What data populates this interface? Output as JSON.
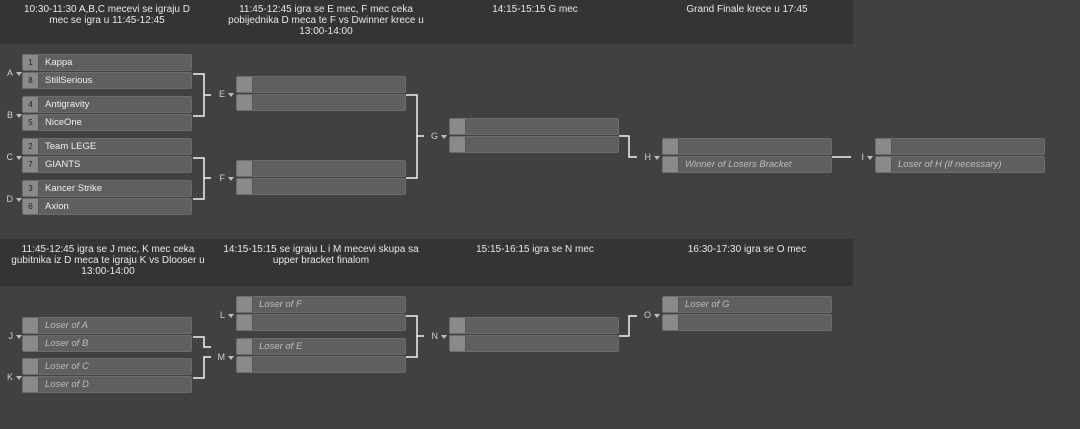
{
  "upper_headers": [
    "10:30-11:30 A,B,C mecevi se igraju D mec se igra u 11:45-12:45",
    "11:45-12:45 igra se E mec, F mec ceka pobijednika D meca te F vs Dwinner krece u 13:00-14:00",
    "14:15-15:15 G mec",
    "Grand Finale krece u 17:45"
  ],
  "lower_headers": [
    "11:45-12:45 igra se J mec, K mec ceka gubitnika iz D meca te igraju K vs Dlooser u 13:00-14:00",
    "14:15-15:15 se igraju L i M mecevi skupa sa upper bracket finalom",
    "15:15-16:15 igra se N mec",
    "16:30-17:30 igra se O mec"
  ],
  "matches": {
    "A": {
      "label": "A",
      "slots": [
        {
          "seed": "1",
          "name": "Kappa"
        },
        {
          "seed": "8",
          "name": "StillSerious"
        }
      ]
    },
    "B": {
      "label": "B",
      "slots": [
        {
          "seed": "4",
          "name": "Antigravity"
        },
        {
          "seed": "5",
          "name": "NiceOne"
        }
      ]
    },
    "C": {
      "label": "C",
      "slots": [
        {
          "seed": "2",
          "name": "Team LEGE"
        },
        {
          "seed": "7",
          "name": "GIANTS"
        }
      ]
    },
    "D": {
      "label": "D",
      "slots": [
        {
          "seed": "3",
          "name": "Kancer Strike"
        },
        {
          "seed": "6",
          "name": "Axion"
        }
      ]
    },
    "E": {
      "label": "E",
      "slots": [
        {
          "seed": "",
          "name": ""
        },
        {
          "seed": "",
          "name": ""
        }
      ]
    },
    "F": {
      "label": "F",
      "slots": [
        {
          "seed": "",
          "name": ""
        },
        {
          "seed": "",
          "name": ""
        }
      ]
    },
    "G": {
      "label": "G",
      "slots": [
        {
          "seed": "",
          "name": ""
        },
        {
          "seed": "",
          "name": ""
        }
      ]
    },
    "H": {
      "label": "H",
      "slots": [
        {
          "seed": "",
          "name": ""
        },
        {
          "seed": "",
          "name": "Winner of Losers Bracket",
          "placeholder": true
        }
      ]
    },
    "I": {
      "label": "I",
      "slots": [
        {
          "seed": "",
          "name": ""
        },
        {
          "seed": "",
          "name": "Loser of H (if necessary)",
          "placeholder": true
        }
      ]
    },
    "J": {
      "label": "J",
      "slots": [
        {
          "seed": "",
          "name": "Loser of A",
          "placeholder": true
        },
        {
          "seed": "",
          "name": "Loser of B",
          "placeholder": true
        }
      ]
    },
    "K": {
      "label": "K",
      "slots": [
        {
          "seed": "",
          "name": "Loser of C",
          "placeholder": true
        },
        {
          "seed": "",
          "name": "Loser of D",
          "placeholder": true
        }
      ]
    },
    "L": {
      "label": "L",
      "slots": [
        {
          "seed": "",
          "name": "Loser of F",
          "placeholder": true
        },
        {
          "seed": "",
          "name": ""
        }
      ]
    },
    "M": {
      "label": "M",
      "slots": [
        {
          "seed": "",
          "name": "Loser of E",
          "placeholder": true
        },
        {
          "seed": "",
          "name": ""
        }
      ]
    },
    "N": {
      "label": "N",
      "slots": [
        {
          "seed": "",
          "name": ""
        },
        {
          "seed": "",
          "name": ""
        }
      ]
    },
    "O": {
      "label": "O",
      "slots": [
        {
          "seed": "",
          "name": "Loser of G",
          "placeholder": true
        },
        {
          "seed": "",
          "name": ""
        }
      ]
    }
  }
}
